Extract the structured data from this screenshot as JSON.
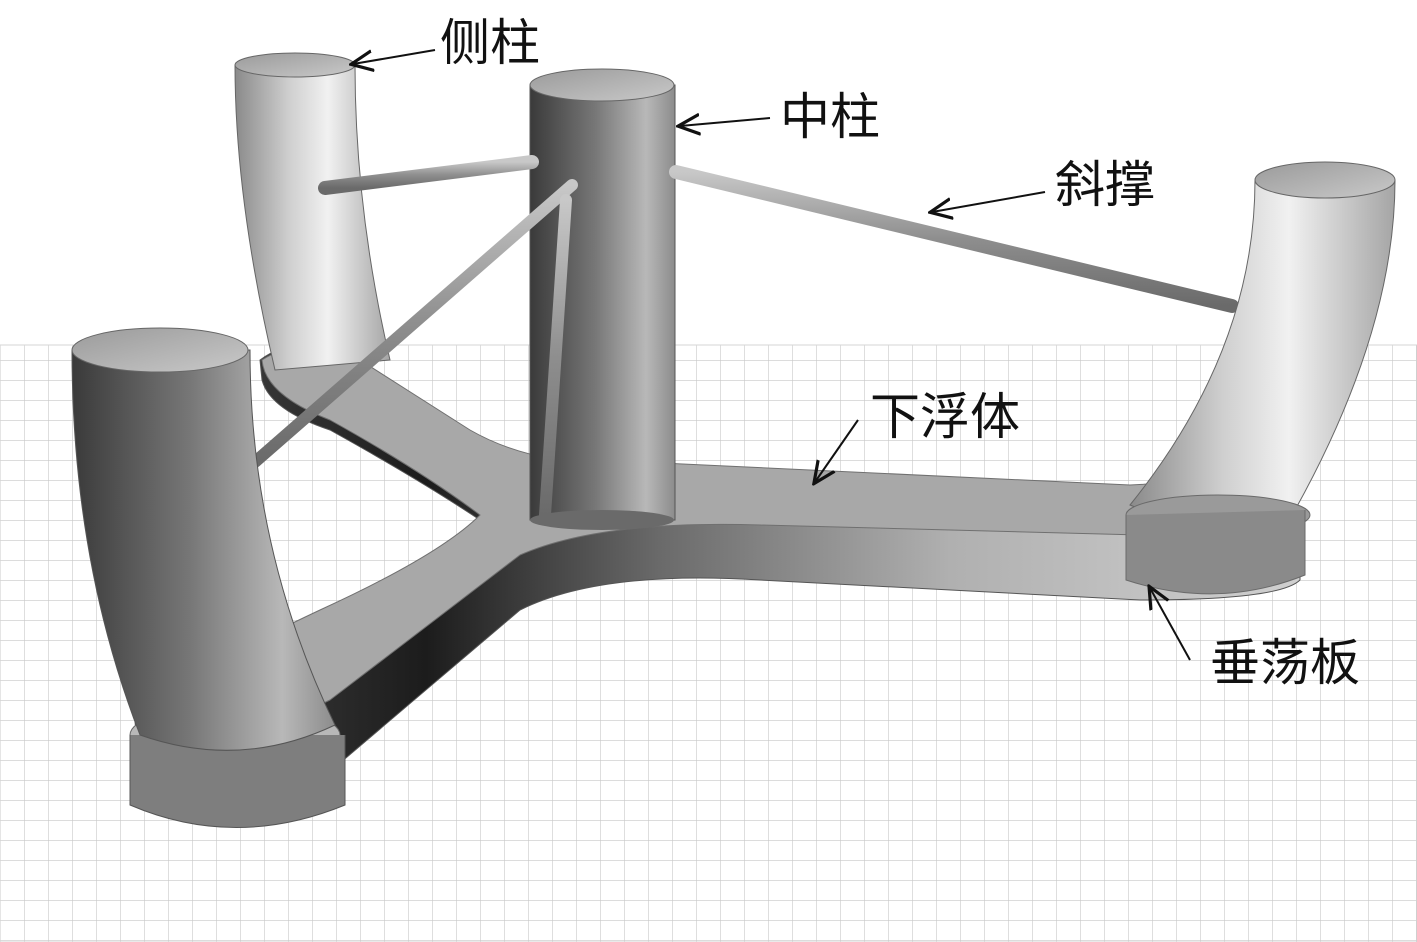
{
  "labels": {
    "side_column": "侧柱",
    "center_column": "中柱",
    "diagonal_brace": "斜撑",
    "lower_pontoon": "下浮体",
    "heave_plate": "垂荡板"
  },
  "colors": {
    "background": "#ffffff",
    "grid_line": "#c8c8c8",
    "label_text": "#111111",
    "arrow": "#111111"
  }
}
